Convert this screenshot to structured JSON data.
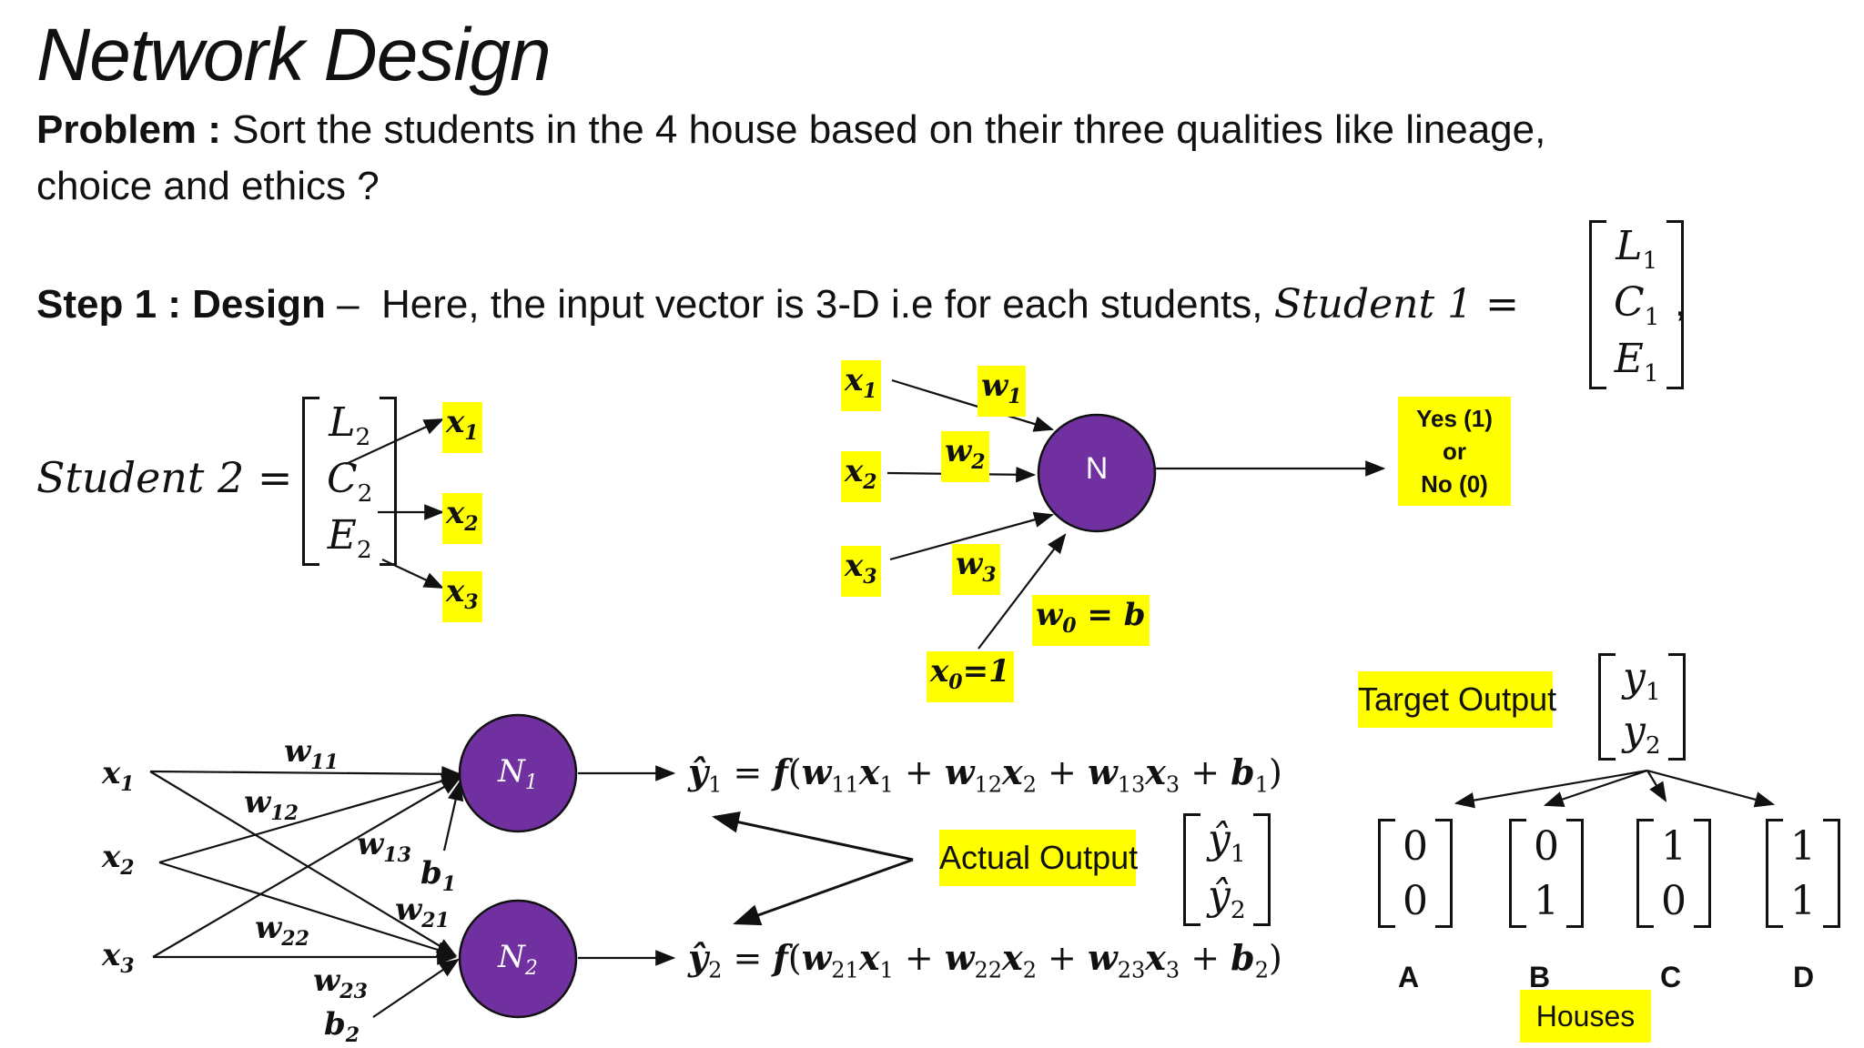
{
  "title": "Network Design",
  "problem": {
    "label": "Problem :",
    "text_line1": "Sort the students in the 4 house based on their three qualities like lineage,",
    "text_line2": "choice and ethics ?"
  },
  "step1": {
    "label": "Step 1 : Design",
    "dash": "–",
    "text": "Here, the input vector is 3-D i.e for each students,",
    "student1_lhs": "Student 1 =",
    "student1_vec": [
      "L",
      "C",
      "E"
    ],
    "student1_sub": "1",
    "comma": ","
  },
  "student2": {
    "lhs": "Student 2 =",
    "vec": [
      "L",
      "C",
      "E"
    ],
    "sub": "2",
    "outputs": [
      {
        "name": "x",
        "sub": "1"
      },
      {
        "name": "x",
        "sub": "2"
      },
      {
        "name": "x",
        "sub": "3"
      }
    ]
  },
  "single_neuron": {
    "inputs": [
      {
        "name": "x",
        "sub": "1"
      },
      {
        "name": "x",
        "sub": "2"
      },
      {
        "name": "x",
        "sub": "3"
      }
    ],
    "weights": [
      {
        "name": "w",
        "sub": "1"
      },
      {
        "name": "w",
        "sub": "2"
      },
      {
        "name": "w",
        "sub": "3"
      }
    ],
    "node_label": "N",
    "bias_input": {
      "name": "x",
      "sub": "0",
      "suffix": "=1"
    },
    "bias_weight": {
      "name": "w",
      "sub": "0",
      "suffix": " = b"
    },
    "output_line1": "Yes (1)",
    "output_line2": "or",
    "output_line3": "No (0)",
    "node_color": "#7030a0"
  },
  "two_neuron": {
    "inputs": [
      {
        "name": "x",
        "sub": "1"
      },
      {
        "name": "x",
        "sub": "2"
      },
      {
        "name": "x",
        "sub": "3"
      }
    ],
    "weights": [
      {
        "name": "w",
        "sub": "11"
      },
      {
        "name": "w",
        "sub": "12"
      },
      {
        "name": "w",
        "sub": "13"
      },
      {
        "name": "w",
        "sub": "21"
      },
      {
        "name": "w",
        "sub": "22"
      },
      {
        "name": "w",
        "sub": "23"
      }
    ],
    "biases": [
      {
        "name": "b",
        "sub": "1"
      },
      {
        "name": "b",
        "sub": "2"
      }
    ],
    "nodes": [
      {
        "name": "N",
        "sub": "1"
      },
      {
        "name": "N",
        "sub": "2"
      }
    ],
    "eq1": {
      "lhs": "ŷ",
      "lhs_sub": "1",
      "f": "f",
      "w1": "11",
      "w2": "12",
      "w3": "13",
      "b": "1"
    },
    "eq2": {
      "lhs": "ŷ",
      "lhs_sub": "2",
      "f": "f",
      "w1": "21",
      "w2": "22",
      "w3": "23",
      "b": "2"
    },
    "actual_output_label": "Actual Output",
    "actual_output_vec": [
      "ŷ",
      "ŷ"
    ],
    "actual_output_subs": [
      "1",
      "2"
    ]
  },
  "target": {
    "label": "Target Output",
    "vec": [
      "y",
      "y"
    ],
    "subs": [
      "1",
      "2"
    ]
  },
  "houses": {
    "label": "Houses",
    "items": [
      {
        "name": "A",
        "vec": [
          "0",
          "0"
        ]
      },
      {
        "name": "B",
        "vec": [
          "0",
          "1"
        ]
      },
      {
        "name": "C",
        "vec": [
          "1",
          "0"
        ]
      },
      {
        "name": "D",
        "vec": [
          "1",
          "1"
        ]
      }
    ]
  },
  "colors": {
    "highlight": "#ffff00",
    "neuron": "#7030a0",
    "text": "#111111"
  }
}
